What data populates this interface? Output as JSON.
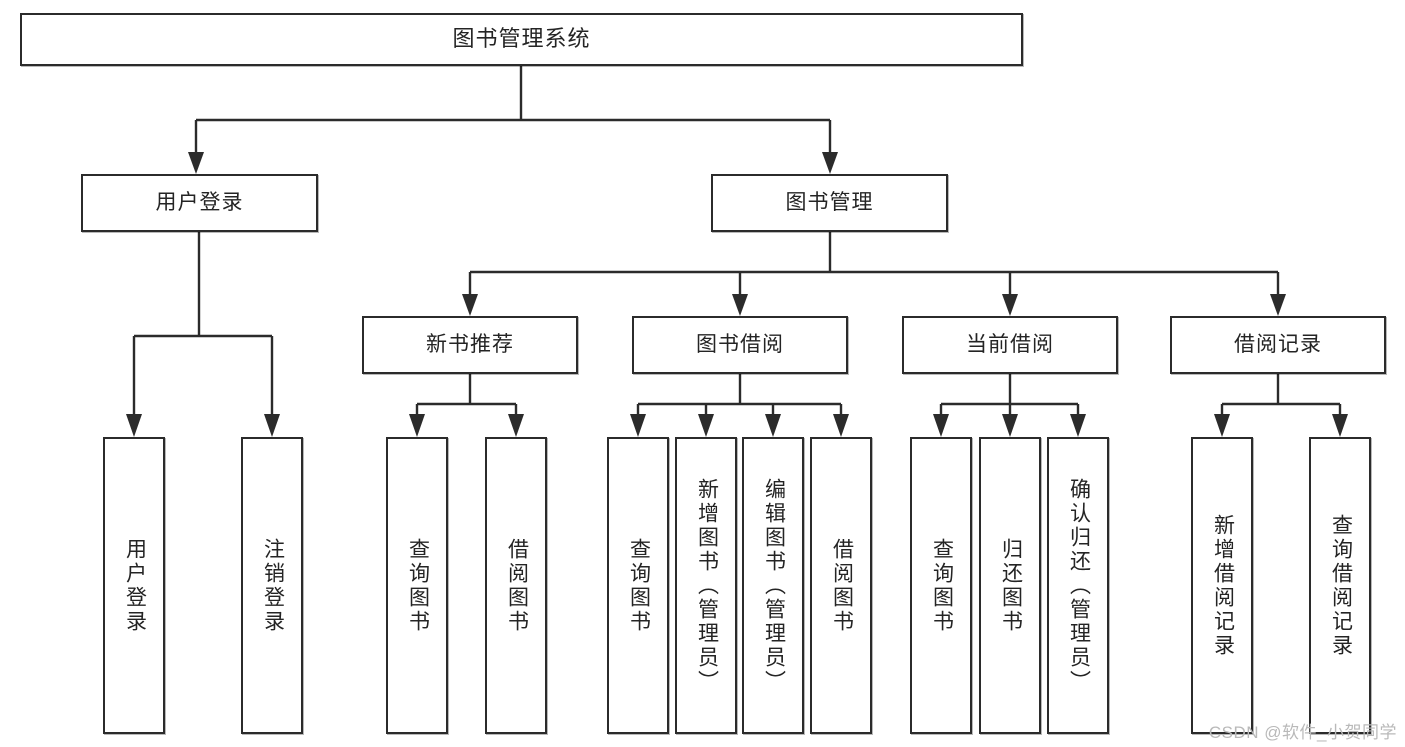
{
  "diagram": {
    "type": "tree",
    "title": "图书管理系统",
    "root": {
      "label": "图书管理系统"
    },
    "level2": [
      {
        "label": "用户登录"
      },
      {
        "label": "图书管理"
      }
    ],
    "level3": [
      {
        "label": "新书推荐"
      },
      {
        "label": "图书借阅"
      },
      {
        "label": "当前借阅"
      },
      {
        "label": "借阅记录"
      }
    ],
    "leaves": {
      "user_login": [
        {
          "label": "用户登录"
        },
        {
          "label": "注销登录"
        }
      ],
      "new_book_recommend": [
        {
          "label": "查询图书"
        },
        {
          "label": "借阅图书"
        }
      ],
      "book_borrow": [
        {
          "label": "查询图书"
        },
        {
          "label": "新增图书（管理员）"
        },
        {
          "label": "编辑图书（管理员）"
        },
        {
          "label": "借阅图书"
        }
      ],
      "current_borrow": [
        {
          "label": "查询图书"
        },
        {
          "label": "归还图书"
        },
        {
          "label": "确认归还（管理员）"
        }
      ],
      "borrow_record": [
        {
          "label": "新增借阅记录"
        },
        {
          "label": "查询借阅记录"
        }
      ]
    }
  },
  "watermark": {
    "text": "CSDN @软件_小贺同学"
  },
  "colors": {
    "stroke": "#2b2b2b",
    "background": "#ffffff",
    "text": "#242424",
    "watermark": "#b9b9b9"
  }
}
